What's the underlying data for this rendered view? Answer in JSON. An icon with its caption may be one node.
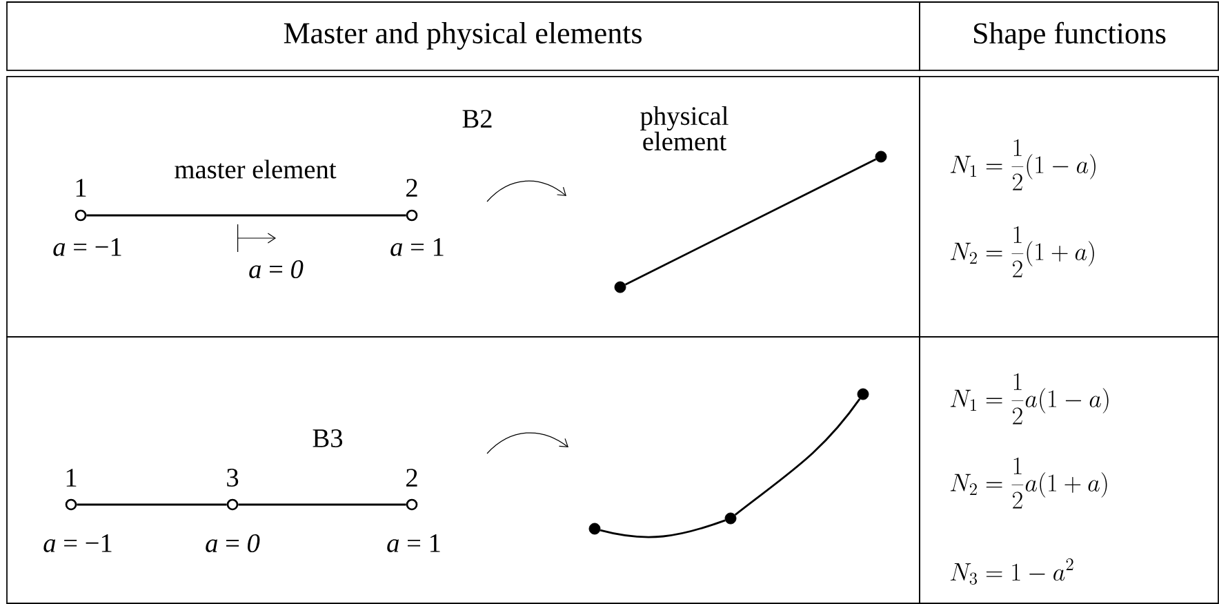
{
  "diagram": {
    "nodes": [
      {
        "text": [
          "Master and physical elements"
        ]
      },
      {
        "text": [
          "Shape functions"
        ]
      },
      {
        "text": [
          "B2"
        ]
      },
      {
        "text": [
          "N_1 = \\frac{1}{2}(1-a)",
          "N_2 = \\frac{1}{2}(1+a)"
        ]
      },
      {
        "text": [
          "B3"
        ]
      },
      {
        "text": [
          "N_1 = \\frac{1}{2}a(1-a)",
          "N_2 = \\frac{1}{2}a(1+a)",
          "N_3 = 1-a^2"
        ]
      },
      {
        "text": [],
        "shape": "circle",
        "in": 2,
        "beside": [
          "1",
          "*a* = −1"
        ]
      },
      {
        "text": [],
        "shape": "circle",
        "in": 2,
        "beside": [
          "2",
          "*a* = 1"
        ]
      },
      {
        "text": [],
        "shape": "circle",
        "in": 2
      },
      {
        "text": [],
        "shape": "circle",
        "in": 2
      },
      {
        "text": [],
        "shape": "circle",
        "in": 4,
        "beside": [
          "1",
          "*a* = −1"
        ]
      },
      {
        "text": [],
        "shape": "circle",
        "in": 4,
        "beside": [
          "3",
          "*a* = *0*"
        ]
      },
      {
        "text": [],
        "shape": "circle",
        "in": 4,
        "beside": [
          "2",
          "*a* = 1"
        ]
      },
      {
        "text": [],
        "shape": "circle",
        "in": 4
      },
      {
        "text": [],
        "shape": "circle",
        "in": 4
      },
      {
        "text": [],
        "shape": "circle",
        "in": 4
      }
    ],
    "edges": [
      {
        "from": 6,
        "to": 7,
        "arrow": "none"
      },
      {
        "from": 8,
        "to": 9,
        "arrow": "none"
      },
      {
        "from": 10,
        "to": 11,
        "arrow": "none"
      },
      {
        "from": 11,
        "to": 12,
        "arrow": "none"
      },
      {
        "from": 13,
        "to": 14,
        "arrow": "none"
      },
      {
        "from": 14,
        "to": 15,
        "arrow": "none"
      }
    ],
    "labels": [
      "master element",
      "physical element",
      "*a* = *0*"
    ]
  }
}
